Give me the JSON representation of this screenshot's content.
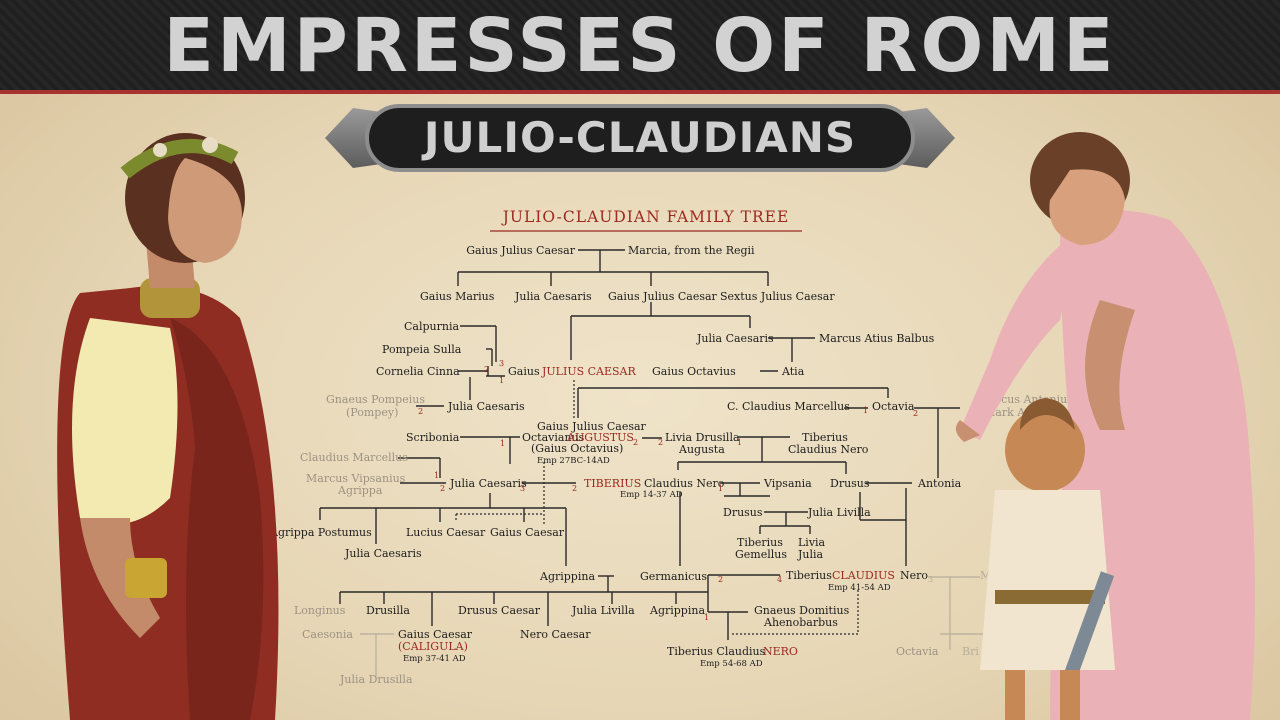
{
  "title": "EMPRESSES OF ROME",
  "subtitle": "JULIO-CLAUDIANS",
  "tree_title": "JULIO-CLAUDIAN FAMILY TREE",
  "colors": {
    "accent": "#9b2a1f",
    "line": "#2a2a2a",
    "faded": "#9c9284",
    "text": "#1e1e1e"
  },
  "nodes": [
    {
      "id": "gjc_sr",
      "t": "Gaius Julius Caesar"
    },
    {
      "id": "marcia",
      "t": "Marcia, from the Regii"
    },
    {
      "id": "g_marius",
      "t": "Gaius Marius"
    },
    {
      "id": "julia_c1",
      "t": "Julia Caesaris"
    },
    {
      "id": "gjc2",
      "t": "Gaius Julius Caesar"
    },
    {
      "id": "sextus",
      "t": "Sextus Julius Caesar"
    },
    {
      "id": "calpurnia",
      "t": "Calpurnia"
    },
    {
      "id": "pompeia",
      "t": "Pompeia Sulla"
    },
    {
      "id": "cornelia",
      "t": "Cornelia Cinna"
    },
    {
      "id": "gaius_jc",
      "t": "Gaius"
    },
    {
      "id": "julius_caesar",
      "t": "JULIUS CAESAR"
    },
    {
      "id": "julia_c2",
      "t": "Julia Caesaris"
    },
    {
      "id": "m_atius",
      "t": "Marcus Atius Balbus"
    },
    {
      "id": "g_octavius",
      "t": "Gaius Octavius"
    },
    {
      "id": "atia",
      "t": "Atia"
    },
    {
      "id": "pompeius1",
      "t": "Gnaeus Pompeius"
    },
    {
      "id": "pompeius2",
      "t": "(Pompey)"
    },
    {
      "id": "julia_c3",
      "t": "Julia Caesaris"
    },
    {
      "id": "marcellus_c",
      "t": "C. Claudius Marcellus"
    },
    {
      "id": "octavia",
      "t": "Octavia"
    },
    {
      "id": "m_antonius1",
      "t": "Marcus Antonius"
    },
    {
      "id": "m_antonius2",
      "t": "Mark Antony"
    },
    {
      "id": "aug1",
      "t": "Gaius Julius Caesar"
    },
    {
      "id": "aug2a",
      "t": "Octavianus"
    },
    {
      "id": "aug2b",
      "t": "AUGUSTUS"
    },
    {
      "id": "aug3",
      "t": "(Gaius Octavius)"
    },
    {
      "id": "aug4",
      "t": "Emp 27BC-14AD"
    },
    {
      "id": "scribonia",
      "t": "Scribonia"
    },
    {
      "id": "livia1",
      "t": "Livia Drusilla"
    },
    {
      "id": "livia2",
      "t": "Augusta"
    },
    {
      "id": "tib_cn1",
      "t": "Tiberius"
    },
    {
      "id": "tib_cn2",
      "t": "Claudius Nero"
    },
    {
      "id": "claud_marc",
      "t": "Claudius Marcellus"
    },
    {
      "id": "agrippa1",
      "t": "Marcus Vipsanius"
    },
    {
      "id": "agrippa2",
      "t": "Agrippa"
    },
    {
      "id": "julia_c4",
      "t": "Julia Caesaris"
    },
    {
      "id": "tiberius_a",
      "t": "TIBERIUS"
    },
    {
      "id": "tiberius_b",
      "t": "Claudius Nero"
    },
    {
      "id": "tiberius_emp",
      "t": "Emp 14-37 AD"
    },
    {
      "id": "vipsania",
      "t": "Vipsania"
    },
    {
      "id": "drusus1",
      "t": "Drusus"
    },
    {
      "id": "antonia",
      "t": "Antonia"
    },
    {
      "id": "agrippa_p",
      "t": "Agrippa Postumus"
    },
    {
      "id": "julia_c5",
      "t": "Julia Caesaris"
    },
    {
      "id": "lucius_c",
      "t": "Lucius Caesar"
    },
    {
      "id": "gaius_c",
      "t": "Gaius Caesar"
    },
    {
      "id": "drusus2",
      "t": "Drusus"
    },
    {
      "id": "julia_livilla",
      "t": "Julia Livilla"
    },
    {
      "id": "tib_gem1",
      "t": "Tiberius"
    },
    {
      "id": "tib_gem2",
      "t": "Gemellus"
    },
    {
      "id": "livia_j1",
      "t": "Livia"
    },
    {
      "id": "livia_j2",
      "t": "Julia"
    },
    {
      "id": "agrippina1",
      "t": "Agrippina"
    },
    {
      "id": "germanicus",
      "t": "Germanicus"
    },
    {
      "id": "claudius_a",
      "t": "Tiberius"
    },
    {
      "id": "claudius_b",
      "t": "CLAUDIUS"
    },
    {
      "id": "claudius_c",
      "t": "Nero"
    },
    {
      "id": "claudius_emp",
      "t": "Emp 41-54 AD"
    },
    {
      "id": "messalina",
      "t": "Me"
    },
    {
      "id": "longinus",
      "t": "Longinus"
    },
    {
      "id": "drusilla",
      "t": "Drusilla"
    },
    {
      "id": "drusus_c",
      "t": "Drusus Caesar"
    },
    {
      "id": "julia_livilla2",
      "t": "Julia Livilla"
    },
    {
      "id": "agrippina2",
      "t": "Agrippina"
    },
    {
      "id": "gnaeus1",
      "t": "Gnaeus Domitius"
    },
    {
      "id": "gnaeus2",
      "t": "Ahenobarbus"
    },
    {
      "id": "caesonia",
      "t": "Caesonia"
    },
    {
      "id": "caligula1",
      "t": "Gaius Caesar"
    },
    {
      "id": "caligula2",
      "t": "(CALIGULA)"
    },
    {
      "id": "caligula_emp",
      "t": "Emp 37-41 AD"
    },
    {
      "id": "nero_caesar",
      "t": "Nero Caesar"
    },
    {
      "id": "nero_a",
      "t": "Tiberius Claudius"
    },
    {
      "id": "nero_b",
      "t": "NERO"
    },
    {
      "id": "nero_emp",
      "t": "Emp 54-68 AD"
    },
    {
      "id": "octavia2",
      "t": "Octavia"
    },
    {
      "id": "britannicus",
      "t": "Bri"
    },
    {
      "id": "julia_drusilla",
      "t": "Julia Drusilla"
    }
  ],
  "marriage_orders": [
    {
      "id": "o1",
      "t": "3"
    },
    {
      "id": "o2",
      "t": "2"
    },
    {
      "id": "o3",
      "t": "1"
    },
    {
      "id": "o4",
      "t": "2"
    },
    {
      "id": "o5",
      "t": "1"
    },
    {
      "id": "o6",
      "t": "2"
    },
    {
      "id": "o7",
      "t": "1"
    },
    {
      "id": "o8",
      "t": "2"
    },
    {
      "id": "o9",
      "t": "2"
    },
    {
      "id": "o10",
      "t": "1"
    },
    {
      "id": "o11",
      "t": "1"
    },
    {
      "id": "o12",
      "t": "2"
    },
    {
      "id": "o13",
      "t": "3"
    },
    {
      "id": "o14",
      "t": "2"
    },
    {
      "id": "o15",
      "t": "1"
    },
    {
      "id": "o16",
      "t": "2"
    },
    {
      "id": "o17",
      "t": "4"
    },
    {
      "id": "o18",
      "t": "1"
    },
    {
      "id": "o19",
      "t": "3"
    }
  ]
}
